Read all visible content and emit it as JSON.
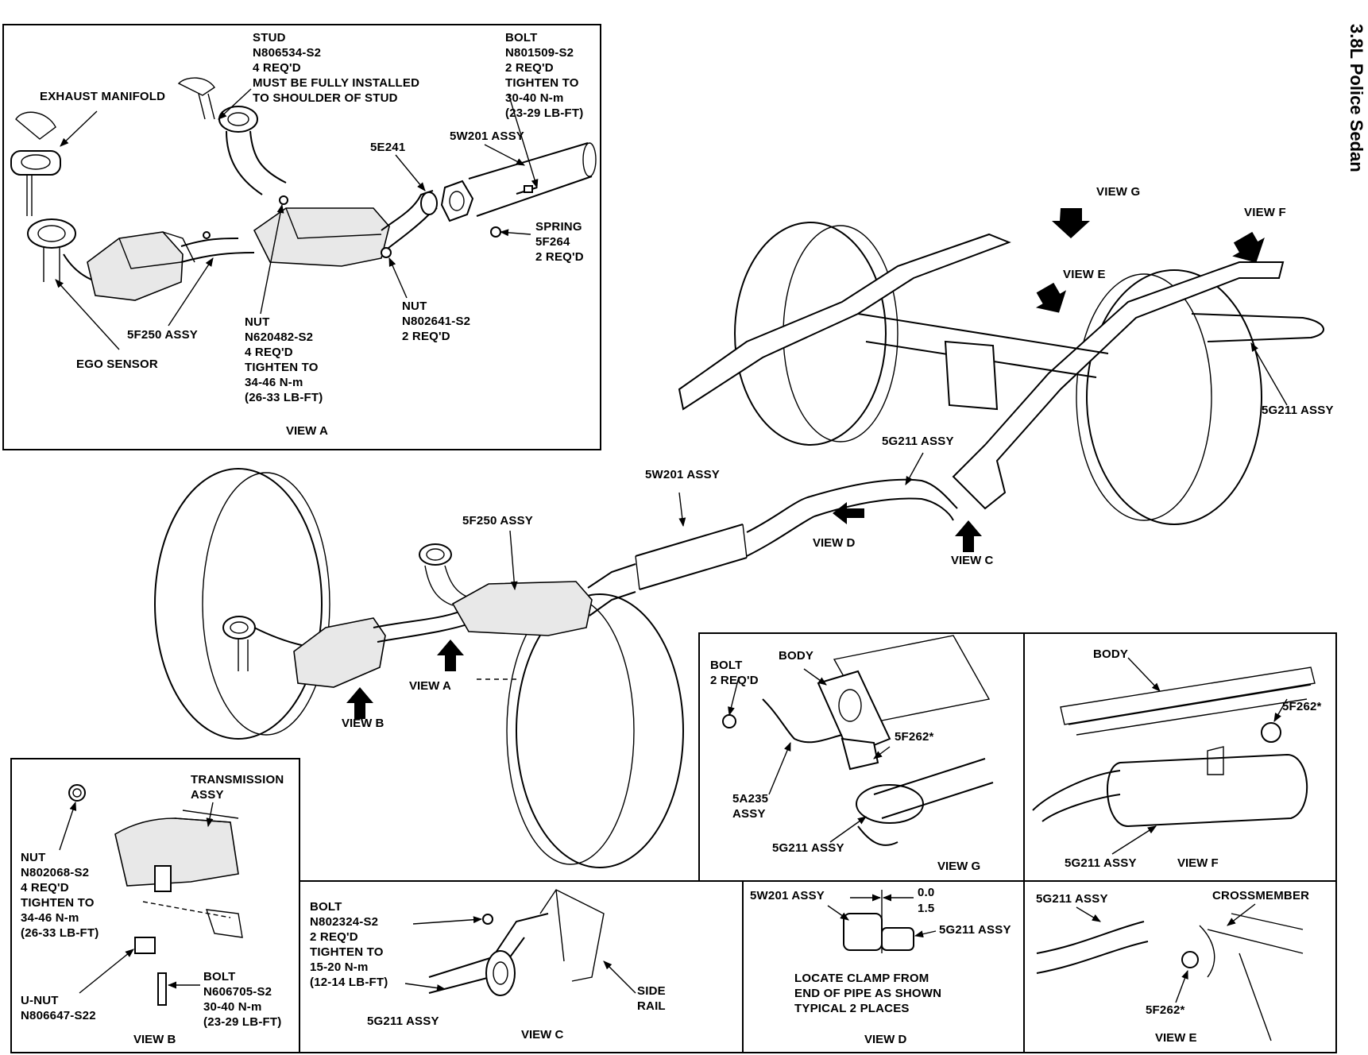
{
  "side_title": "3.8L Police Sedan",
  "view_a": {
    "exhaust_manifold": "EXHAUST MANIFOLD",
    "stud": "STUD\nN806534-S2\n4 REQ'D\nMUST BE FULLY INSTALLED\nTO SHOULDER OF STUD",
    "bolt": "BOLT\nN801509-S2\n2 REQ'D\nTIGHTEN TO\n30-40 N-m\n(23-29 LB-FT)",
    "w201": "5W201 ASSY",
    "e241": "5E241",
    "spring": "SPRING\n5F264\n2 REQ'D",
    "nut_right": "NUT\nN802641-S2\n2 REQ'D",
    "nut_mid": "NUT\nN620482-S2\n4 REQ'D\nTIGHTEN TO\n34-46 N-m\n(26-33 LB-FT)",
    "f250": "5F250 ASSY",
    "ego": "EGO SENSOR",
    "title": "VIEW A"
  },
  "main": {
    "view_g": "VIEW G",
    "view_f": "VIEW F",
    "view_e": "VIEW E",
    "g211_right": "5G211 ASSY",
    "g211_mid": "5G211 ASSY",
    "w201": "5W201 ASSY",
    "f250": "5F250 ASSY",
    "view_d": "VIEW D",
    "view_c": "VIEW C",
    "view_a": "VIEW A",
    "view_b": "VIEW B"
  },
  "view_b": {
    "transmission": "TRANSMISSION\nASSY",
    "nut": "NUT\nN802068-S2\n4 REQ'D\nTIGHTEN TO\n34-46 N-m\n(26-33 LB-FT)",
    "unut": "U-NUT\nN806647-S22",
    "bolt": "BOLT\nN606705-S2\n30-40 N-m\n(23-29 LB-FT)",
    "title": "VIEW B"
  },
  "view_c": {
    "bolt": "BOLT\nN802324-S2\n2 REQ'D\nTIGHTEN TO\n15-20 N-m\n(12-14 LB-FT)",
    "side_rail": "SIDE\nRAIL",
    "g211": "5G211 ASSY",
    "title": "VIEW C"
  },
  "view_g": {
    "bolt": "BOLT\n2 REQ'D",
    "body": "BODY",
    "f262": "5F262*",
    "a235": "5A235\nASSY",
    "g211": "5G211 ASSY",
    "title": "VIEW G"
  },
  "view_f": {
    "body": "BODY",
    "f262": "5F262*",
    "g211": "5G211 ASSY",
    "title": "VIEW F"
  },
  "view_d": {
    "w201": "5W201 ASSY",
    "dim_top": "0.0",
    "dim_bottom": "1.5",
    "g211": "5G211 ASSY",
    "note": "LOCATE CLAMP FROM\nEND OF PIPE AS SHOWN\nTYPICAL 2 PLACES",
    "title": "VIEW D"
  },
  "view_e": {
    "g211": "5G211 ASSY",
    "crossmember": "CROSSMEMBER",
    "f262": "5F262*",
    "title": "VIEW E"
  }
}
